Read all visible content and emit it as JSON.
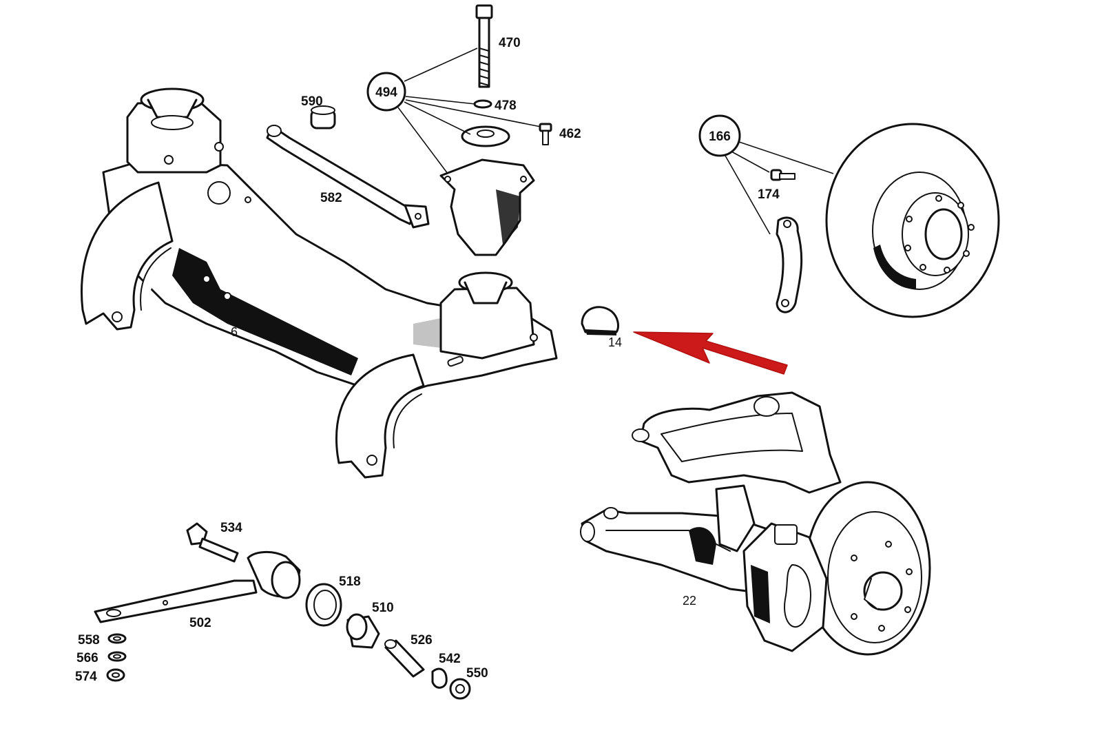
{
  "labels": {
    "p470": "470",
    "p494": "494",
    "p478": "478",
    "p462": "462",
    "p590": "590",
    "p582": "582",
    "p166": "166",
    "p174": "174",
    "p6": "6",
    "p14": "14",
    "p22": "22",
    "p534": "534",
    "p518": "518",
    "p510": "510",
    "p502": "502",
    "p526": "526",
    "p542": "542",
    "p550": "550",
    "p558": "558",
    "p566": "566",
    "p574": "574"
  },
  "colors": {
    "line": "#111111",
    "background": "#ffffff",
    "arrow": "#cc1a1a"
  }
}
